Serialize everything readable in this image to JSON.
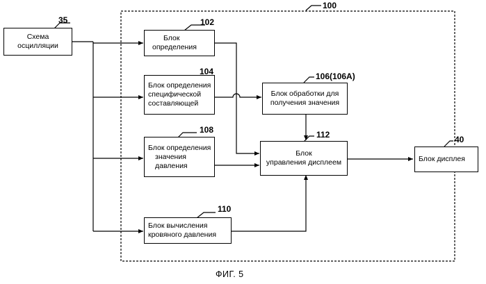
{
  "blocks": {
    "oscillation": {
      "ref": "35",
      "lines": [
        "Схема",
        "осцилляции"
      ]
    },
    "determination": {
      "ref": "102",
      "lines": [
        "Блок",
        "определения"
      ]
    },
    "specific": {
      "ref": "104",
      "lines": [
        "Блок определения",
        "специфической",
        "составляющей"
      ]
    },
    "pressure_value": {
      "ref": "108",
      "lines": [
        "Блок определения",
        "значения",
        "давления"
      ]
    },
    "blood_pressure_calc": {
      "ref": "110",
      "lines": [
        "Блок вычисления",
        "кровяного давления"
      ]
    },
    "value_processing": {
      "ref": "106(106A)",
      "lines": [
        "Блок обработки для",
        "получения значения"
      ]
    },
    "display_control": {
      "ref": "112",
      "lines": [
        "Блок",
        "управления дисплеем"
      ]
    },
    "display": {
      "ref": "40",
      "lines": [
        "Блок дисплея"
      ]
    }
  },
  "group": {
    "ref": "100"
  },
  "caption": "ФИГ. 5"
}
